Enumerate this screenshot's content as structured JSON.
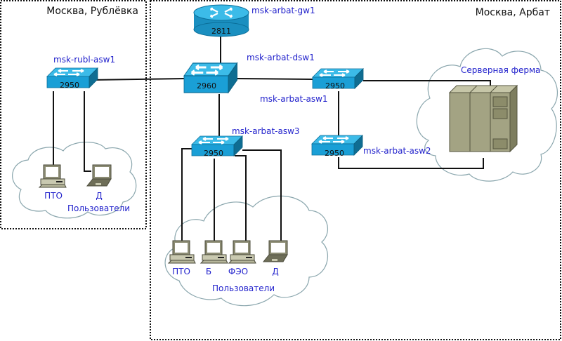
{
  "zones": [
    {
      "id": "rubl",
      "title": "Москва, Рублёвка"
    },
    {
      "id": "arbat",
      "title": "Москва, Арбат"
    }
  ],
  "devices": {
    "gw1": {
      "hostname": "msk-arbat-gw1",
      "model": "2811",
      "type": "router"
    },
    "dsw1": {
      "hostname": "msk-arbat-dsw1",
      "model": "2960",
      "type": "switch"
    },
    "asw1": {
      "hostname": "msk-arbat-asw1",
      "model": "2950",
      "type": "switch"
    },
    "asw2": {
      "hostname": "msk-arbat-asw2",
      "model": "2950",
      "type": "switch"
    },
    "asw3": {
      "hostname": "msk-arbat-asw3",
      "model": "2950",
      "type": "switch"
    },
    "rubl": {
      "hostname": "msk-rubl-asw1",
      "model": "2950",
      "type": "switch"
    }
  },
  "server_farm": {
    "label": "Серверная ферма"
  },
  "rubl_users": {
    "label": "Пользователи",
    "hosts": [
      {
        "label": "ПТО",
        "type": "desktop"
      },
      {
        "label": "Д",
        "type": "laptop"
      }
    ]
  },
  "arbat_users": {
    "label": "Пользователи",
    "hosts": [
      {
        "label": "ПТО",
        "type": "desktop"
      },
      {
        "label": "Б",
        "type": "desktop"
      },
      {
        "label": "ФЭО",
        "type": "desktop"
      },
      {
        "label": "Д",
        "type": "laptop"
      }
    ]
  },
  "colors": {
    "label_text": "#2222cc",
    "device_blue": "#1a9fd6",
    "server_olive": "#a3a383",
    "cloud_stroke": "#8aa6ad"
  }
}
